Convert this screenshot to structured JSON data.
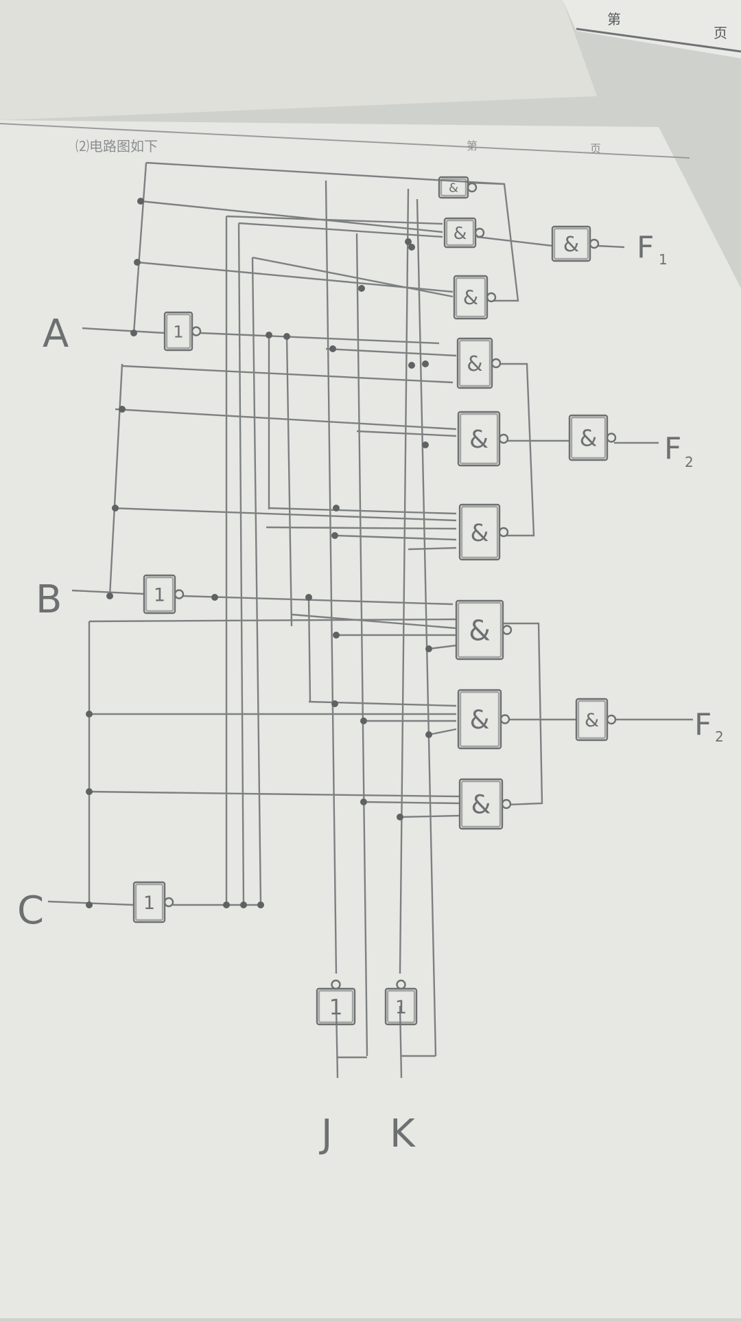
{
  "header": {
    "top_sheet_mark_1": "第",
    "top_sheet_mark_2": "页",
    "sheet_header_left": "⑵电路图如下",
    "sheet_header_mark_1": "第",
    "sheet_header_mark_2": "页"
  },
  "inputs": {
    "a": "A",
    "b": "B",
    "c": "C",
    "j": "J",
    "k": "K"
  },
  "outputs": {
    "f1": "F",
    "f1_sub": "1",
    "f2": "F",
    "f2_sub": "2",
    "f3": "F",
    "f3_sub": "2"
  },
  "gates": {
    "and_symbol": "&",
    "not_symbol": "1"
  },
  "colors": {
    "paper": "#e7e8e3",
    "ink": "#76797a",
    "background": "#cfd1cc"
  }
}
